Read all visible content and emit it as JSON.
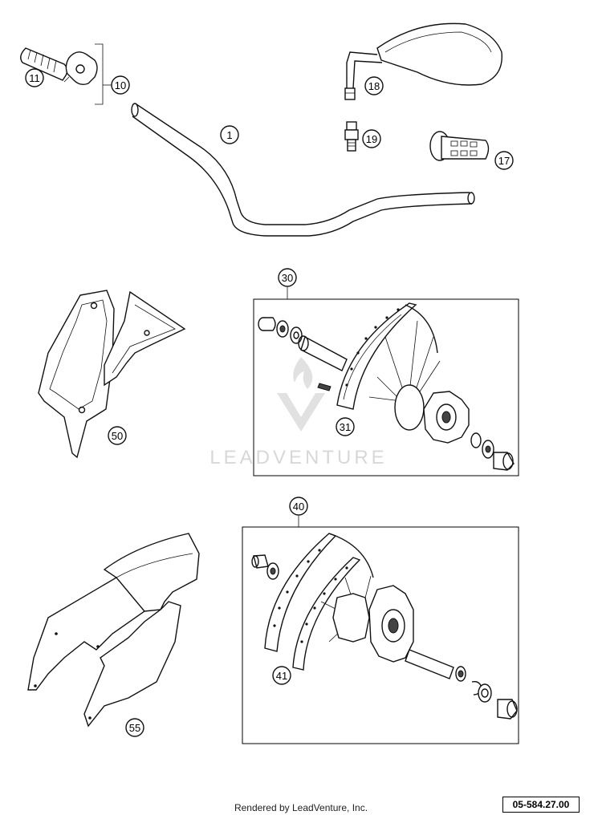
{
  "diagram": {
    "callouts": [
      {
        "id": "1",
        "label": "1"
      },
      {
        "id": "10",
        "label": "10"
      },
      {
        "id": "11",
        "label": "11"
      },
      {
        "id": "17",
        "label": "17"
      },
      {
        "id": "18",
        "label": "18"
      },
      {
        "id": "19",
        "label": "19"
      },
      {
        "id": "30",
        "label": "30"
      },
      {
        "id": "31",
        "label": "31"
      },
      {
        "id": "40",
        "label": "40"
      },
      {
        "id": "41",
        "label": "41"
      },
      {
        "id": "50",
        "label": "50"
      },
      {
        "id": "55",
        "label": "55"
      }
    ],
    "watermark": "LEADVENTURE",
    "diagram_code": "05-584.27.00"
  },
  "footer": {
    "credit": "Rendered by LeadVenture, Inc."
  }
}
